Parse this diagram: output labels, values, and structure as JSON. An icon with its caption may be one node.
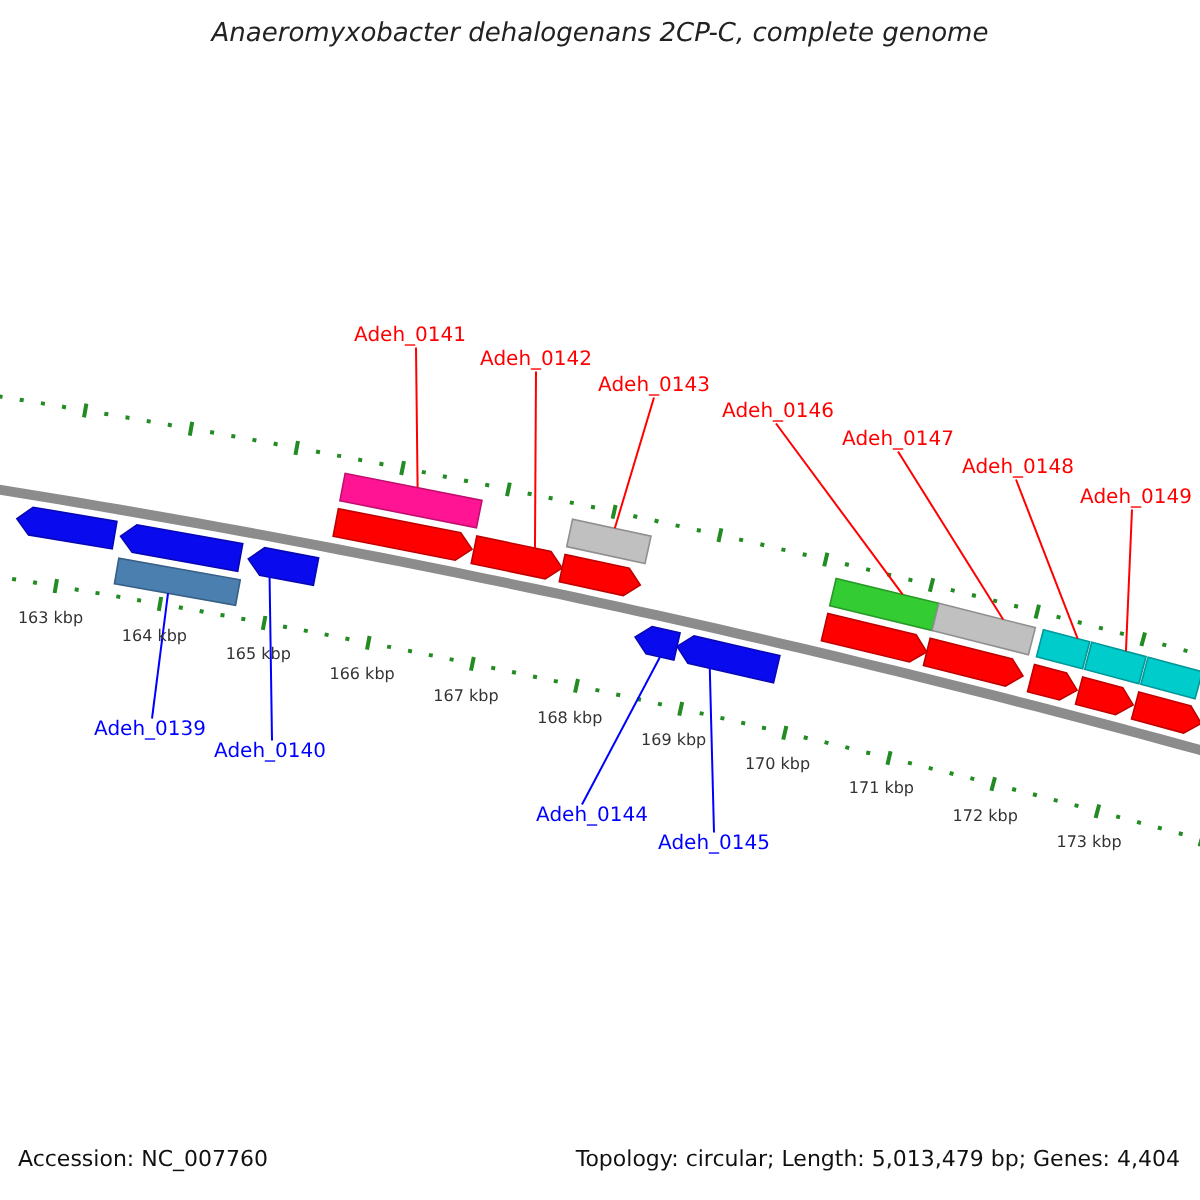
{
  "diagram": {
    "title": "Anaeromyxobacter dehalogenans 2CP-C, complete genome",
    "nodes": [
      {
        "text": [
          "Adeh_0141"
        ]
      },
      {
        "text": [
          "Adeh_0142"
        ]
      },
      {
        "text": [
          "Adeh_0143"
        ]
      },
      {
        "text": [
          "Adeh_0146"
        ]
      },
      {
        "text": [
          "Adeh_0147"
        ]
      },
      {
        "text": [
          "Adeh_0148"
        ]
      },
      {
        "text": [
          "Adeh_0149"
        ]
      },
      {
        "text": [
          "Adeh_0139"
        ]
      },
      {
        "text": [
          "Adeh_0140"
        ]
      },
      {
        "text": [
          "Adeh_0144"
        ]
      },
      {
        "text": [
          "Adeh_0145"
        ]
      },
      {
        "text": [],
        "shape": "pentagon"
      },
      {
        "text": [],
        "shape": "pentagon"
      },
      {
        "text": [],
        "shape": "bar"
      },
      {
        "text": [],
        "shape": "pentagon"
      },
      {
        "text": [],
        "shape": "bar"
      },
      {
        "text": [],
        "shape": "pentagon"
      },
      {
        "text": [],
        "shape": "pentagon"
      },
      {
        "text": [],
        "shape": "bar"
      },
      {
        "text": [],
        "shape": "pentagon"
      },
      {
        "text": [],
        "shape": "pentagon"
      },
      {
        "text": [],
        "shape": "pentagon"
      },
      {
        "text": [],
        "shape": "bar"
      },
      {
        "text": [],
        "shape": "pentagon"
      },
      {
        "text": [],
        "shape": "bar"
      },
      {
        "text": [],
        "shape": "pentagon"
      },
      {
        "text": [],
        "shape": "bar"
      },
      {
        "text": [],
        "shape": "pentagon"
      },
      {
        "text": [],
        "shape": "bar"
      },
      {
        "text": [],
        "shape": "pentagon"
      },
      {
        "text": [],
        "shape": "bar"
      },
      {
        "text": [],
        "shape": "pentagon"
      }
    ],
    "edges": [
      {
        "from": 0,
        "to": 15,
        "arrow": "none"
      },
      {
        "from": 1,
        "to": 17,
        "arrow": "none"
      },
      {
        "from": 2,
        "to": 18,
        "arrow": "none"
      },
      {
        "from": 3,
        "to": 22,
        "arrow": "none"
      },
      {
        "from": 4,
        "to": 24,
        "arrow": "none"
      },
      {
        "from": 5,
        "to": 26,
        "arrow": "none"
      },
      {
        "from": 6,
        "to": 28,
        "arrow": "none"
      },
      {
        "from": 7,
        "to": 13,
        "arrow": "none",
        "color": "#0000ff"
      },
      {
        "from": 8,
        "to": 14,
        "arrow": "none",
        "color": "#0000ff"
      },
      {
        "from": 9,
        "to": 20,
        "arrow": "none",
        "color": "#0000ff"
      },
      {
        "from": 10,
        "to": 21,
        "arrow": "none",
        "color": "#0000ff"
      }
    ],
    "labels": [
      "163 kbp",
      "164 kbp",
      "165 kbp",
      "166 kbp",
      "167 kbp",
      "168 kbp",
      "169 kbp",
      "170 kbp",
      "171 kbp",
      "172 kbp",
      "173 kbp",
      "Accession: NC_007760",
      "Topology: circular; Length: 5,013,479 bp; Genes: 4,404"
    ]
  }
}
